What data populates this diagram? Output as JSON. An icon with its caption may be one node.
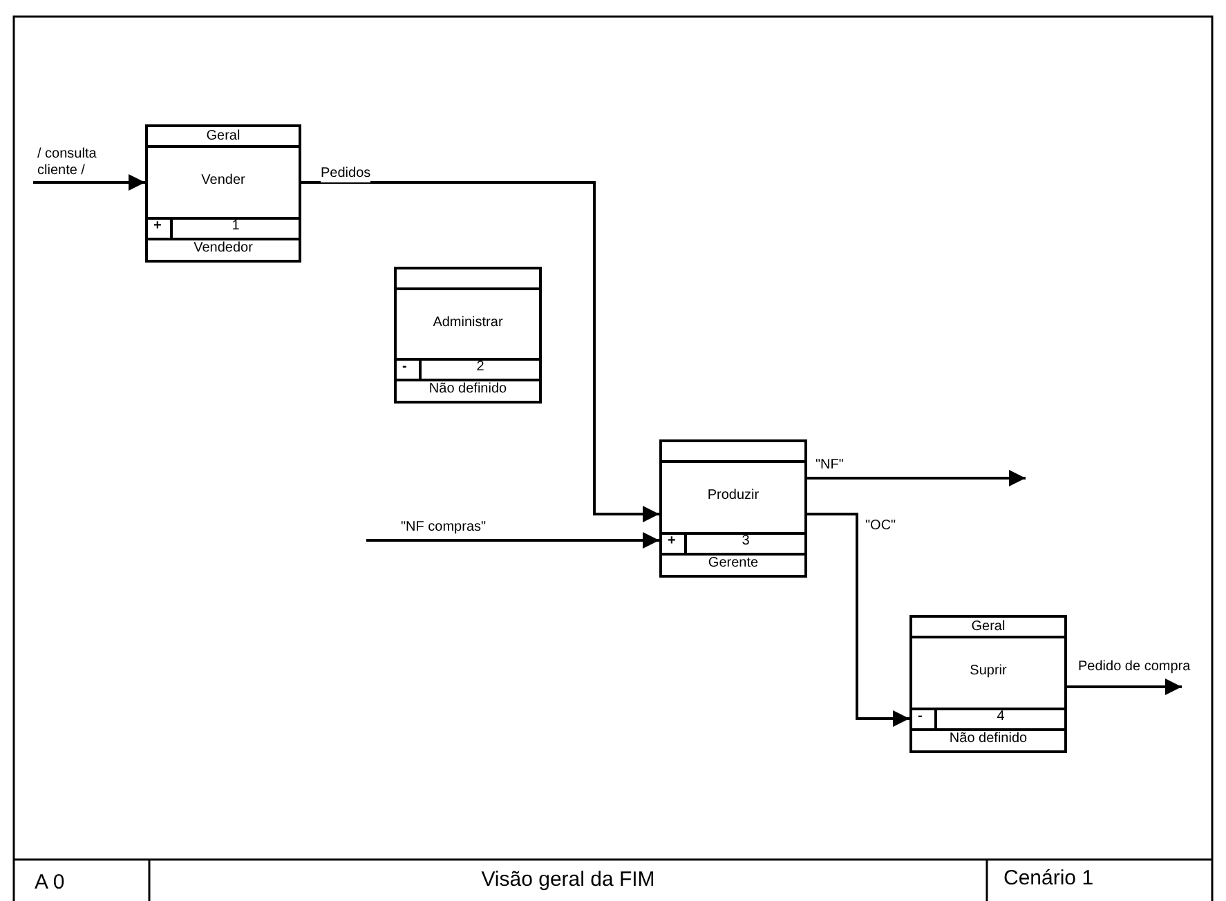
{
  "diagram": {
    "title": "Visão geral da FIM",
    "nodes": [
      {
        "text": [
          "Geral",
          "Vender",
          "+",
          "1",
          "Vendedor"
        ]
      },
      {
        "text": [
          "Administrar",
          "-",
          "2",
          "Não definido"
        ]
      },
      {
        "text": [
          "Produzir",
          "+",
          "3",
          "Gerente"
        ]
      },
      {
        "text": [
          "Geral",
          "Suprir",
          "-",
          "4",
          "Não definido"
        ]
      }
    ],
    "edges": [
      {
        "from": null,
        "to": 0,
        "arrow": "to",
        "label": "/ consulta cliente /"
      },
      {
        "from": 0,
        "to": 2,
        "arrow": "to",
        "label": "Pedidos"
      },
      {
        "from": null,
        "to": 2,
        "arrow": "to",
        "label": "\"NF compras\""
      },
      {
        "from": 2,
        "to": null,
        "arrow": "to",
        "label": "\"NF\""
      },
      {
        "from": 2,
        "to": 3,
        "arrow": "to",
        "label": "\"OC\""
      },
      {
        "from": 3,
        "to": null,
        "arrow": "to",
        "label": "Pedido de compra"
      }
    ],
    "labels": [
      "A 0",
      "Cenário 1"
    ]
  }
}
